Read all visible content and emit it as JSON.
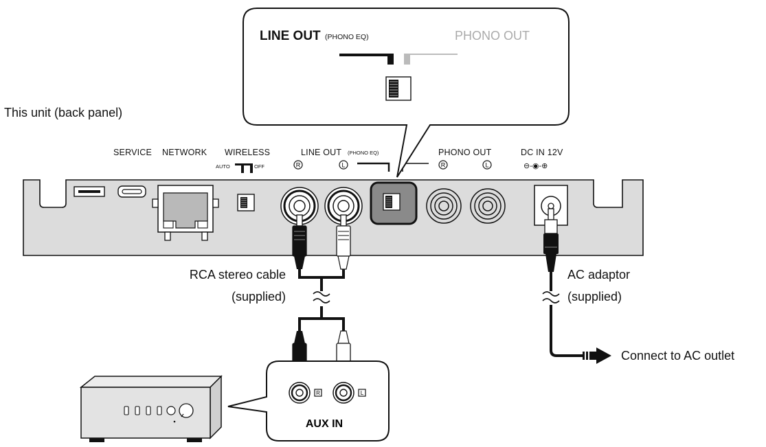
{
  "labels": {
    "unit_title": "This unit (back panel)",
    "rca_cable_line1": "RCA stereo cable",
    "rca_cable_line2": "(supplied)",
    "ac_adaptor_line1": "AC adaptor",
    "ac_adaptor_line2": "(supplied)",
    "connect_outlet": "Connect to AC outlet",
    "aux_in": "AUX IN"
  },
  "callout": {
    "line_out": "LINE OUT",
    "phono_eq": "(PHONO EQ)",
    "phono_out": "PHONO OUT"
  },
  "panel": {
    "service": "SERVICE",
    "network": "NETWORK",
    "wireless": "WIRELESS",
    "auto": "AUTO",
    "off": "OFF",
    "line_out": "LINE OUT",
    "phono_eq": "(PHONO EQ)",
    "phono_out": "PHONO OUT",
    "dc_in": "DC IN 12V",
    "r": "R",
    "l": "L",
    "polarity": "⊖-◉-⊕"
  },
  "aux_jacks": {
    "r": "R",
    "l": "L"
  },
  "colors": {
    "panel_fill": "#dcdcdc",
    "highlight_fill": "#8a8a8a",
    "stroke": "#111111"
  }
}
